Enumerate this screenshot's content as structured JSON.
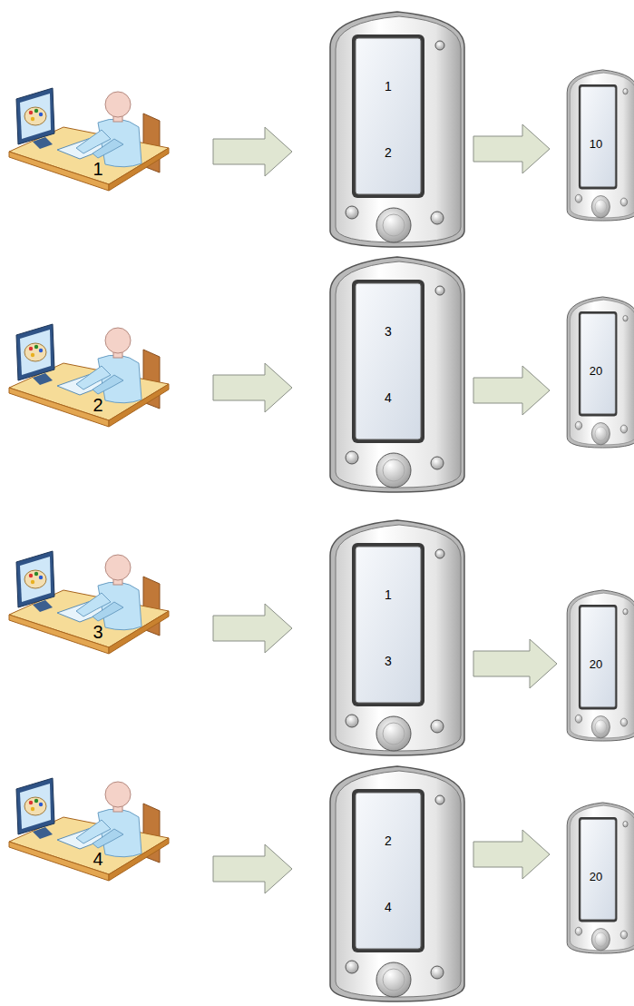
{
  "diagram": {
    "nodes": [
      {
        "text": [
          "1"
        ]
      },
      {
        "text": [
          "1",
          "2"
        ]
      },
      {
        "text": [
          "10"
        ]
      },
      {
        "text": [
          "2"
        ]
      },
      {
        "text": [
          "3",
          "4"
        ]
      },
      {
        "text": [
          "20"
        ]
      },
      {
        "text": [
          "3"
        ]
      },
      {
        "text": [
          "1",
          "3"
        ]
      },
      {
        "text": [
          "20"
        ]
      },
      {
        "text": [
          "4"
        ]
      },
      {
        "text": [
          "2",
          "4"
        ]
      },
      {
        "text": [
          "20"
        ]
      }
    ],
    "edges": [
      {
        "from": 0,
        "to": 1,
        "arrow": "to"
      },
      {
        "from": 1,
        "to": 2,
        "arrow": "to"
      },
      {
        "from": 3,
        "to": 4,
        "arrow": "to"
      },
      {
        "from": 4,
        "to": 5,
        "arrow": "to"
      },
      {
        "from": 6,
        "to": 7,
        "arrow": "to"
      },
      {
        "from": 7,
        "to": 8,
        "arrow": "to"
      },
      {
        "from": 9,
        "to": 10,
        "arrow": "to"
      },
      {
        "from": 10,
        "to": 11,
        "arrow": "to"
      }
    ]
  }
}
